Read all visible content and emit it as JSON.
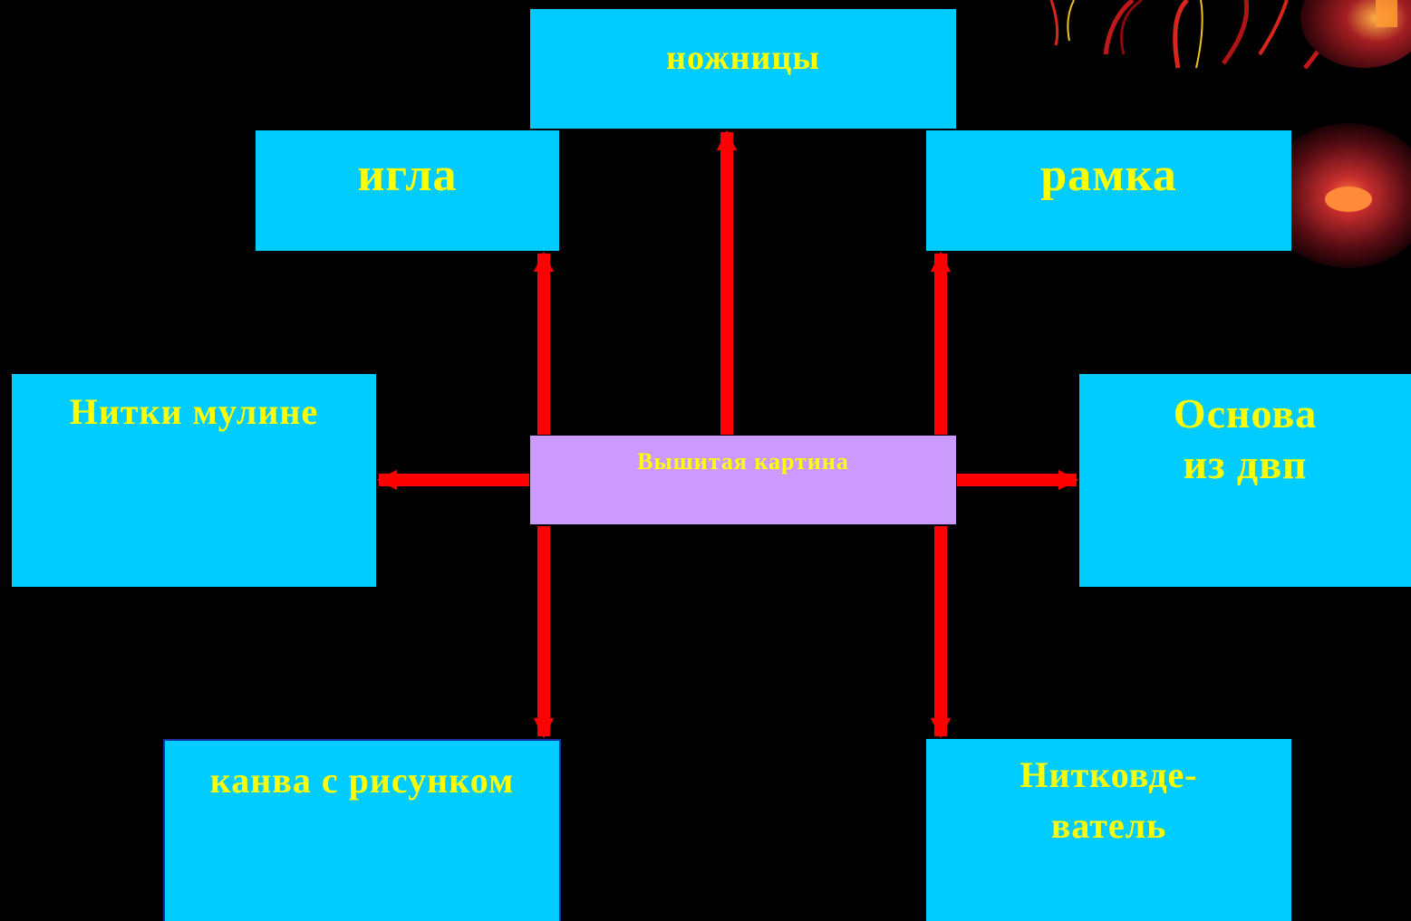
{
  "center": {
    "label": "Вышитая картина"
  },
  "boxes": {
    "nozhnitsy": "ножницы",
    "igla": "игла",
    "ramka": "рамка",
    "nitki": "Нитки мулине",
    "osnova": {
      "line1": "Основа",
      "line2": "из двп"
    },
    "kanva": "канва с рисунком",
    "nitkovdevatel": {
      "line1": "Нитковде-",
      "line2": "ватель"
    }
  },
  "colors": {
    "background": "#000000",
    "box_fill": "#00ccff",
    "center_fill": "#cc99ff",
    "text": "#ffff00",
    "arrow": "#ff0000"
  }
}
